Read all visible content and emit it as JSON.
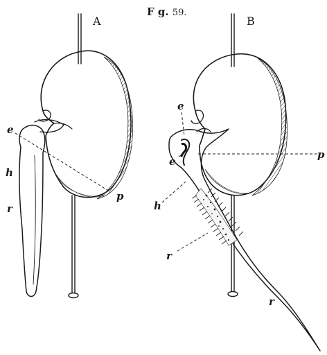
{
  "figure": {
    "title_bold": "F g.",
    "title_number": "59.",
    "panels": [
      {
        "letter": "A",
        "labels": {
          "e": "e",
          "h": "h",
          "r": "r",
          "p": "p"
        }
      },
      {
        "letter": "B",
        "labels": {
          "e_top": "e",
          "e_left": "e",
          "h": "h",
          "r_top": "r",
          "r_tip": "r",
          "p": "p"
        }
      }
    ]
  }
}
